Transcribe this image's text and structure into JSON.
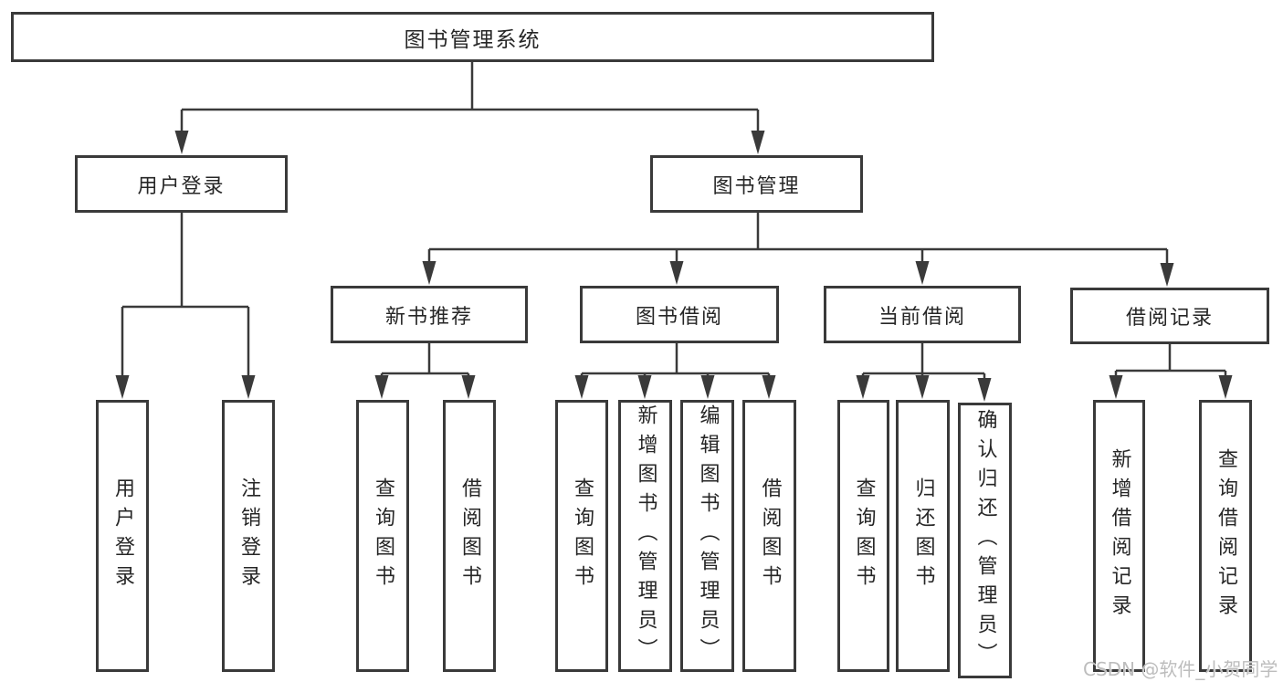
{
  "diagram": {
    "root": {
      "label": "图书管理系统"
    },
    "level2": [
      {
        "label": "用户登录"
      },
      {
        "label": "图书管理"
      }
    ],
    "level3": [
      {
        "label": "新书推荐"
      },
      {
        "label": "图书借阅"
      },
      {
        "label": "当前借阅"
      },
      {
        "label": "借阅记录"
      }
    ],
    "leaves": {
      "login": [
        {
          "label": "用户登录"
        },
        {
          "label": "注销登录"
        }
      ],
      "newbook": [
        {
          "label": "查询图书"
        },
        {
          "label": "借阅图书"
        }
      ],
      "borrow": [
        {
          "label": "查询图书"
        },
        {
          "label": "新增图书（管理员）"
        },
        {
          "label": "编辑图书（管理员）"
        },
        {
          "label": "借阅图书"
        }
      ],
      "current": [
        {
          "label": "查询图书"
        },
        {
          "label": "归还图书"
        },
        {
          "label": "确认归还（管理员）"
        }
      ],
      "record": [
        {
          "label": "新增借阅记录"
        },
        {
          "label": "查询借阅记录"
        }
      ]
    },
    "watermark": "CSDN @软件_小贺同学",
    "colors": {
      "line": "#3a3a3a",
      "text": "#262626",
      "box_background": "#ffffff",
      "page_background": "#ffffff",
      "watermark": "#bdbdbd"
    }
  }
}
